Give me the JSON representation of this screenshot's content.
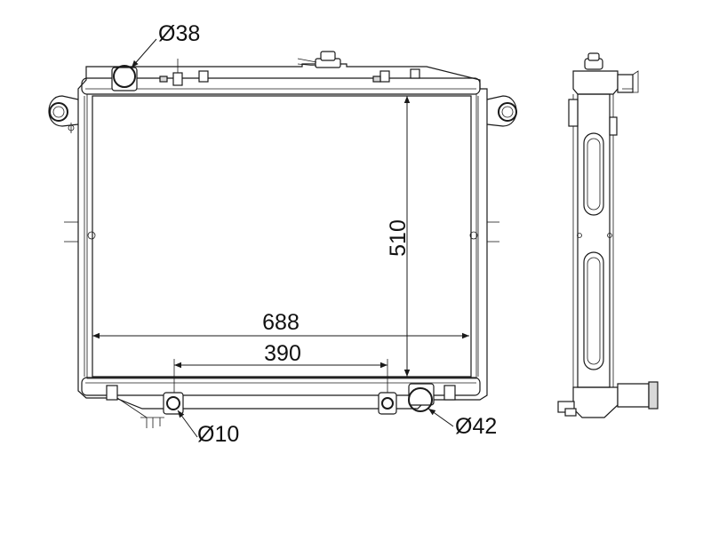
{
  "dimensions": {
    "width_overall": "688",
    "width_inner": "390",
    "height": "510",
    "top_inlet_diameter": "Ø38",
    "bottom_outlet_diameter": "Ø42",
    "drain_diameter": "Ø10"
  },
  "colors": {
    "line": "#1a1a1a",
    "background": "#ffffff"
  }
}
